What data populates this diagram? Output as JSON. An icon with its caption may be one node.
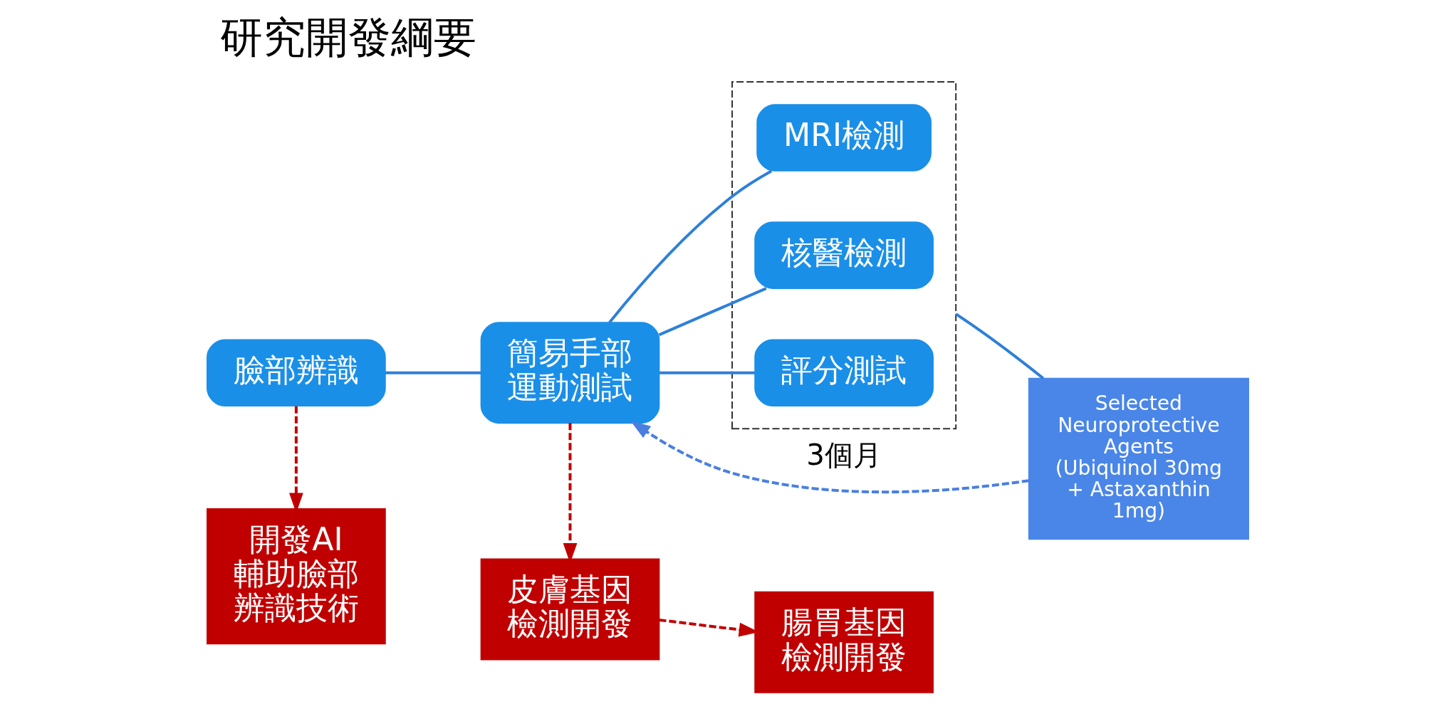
{
  "diagram": {
    "title": "研究開發綱要",
    "nodes": [
      {
        "text": [
          "臉部辨識"
        ]
      },
      {
        "text": [
          "簡易手部運動測試"
        ]
      },
      {
        "text": [],
        "shape": "box"
      },
      {
        "text": [
          "MRI檢測"
        ],
        "in": 2
      },
      {
        "text": [
          "核醫檢測"
        ],
        "in": 2
      },
      {
        "text": [
          "評分測試"
        ],
        "in": 2
      },
      {
        "text": [
          "Selected Neuroprotective Agents (Ubiquinol 30mg + Astaxanthin 1mg)"
        ]
      },
      {
        "text": [
          "開發AI輔助臉部辨識技術"
        ]
      },
      {
        "text": [
          "皮膚基因檢測開發"
        ]
      },
      {
        "text": [
          "腸胃基因檢測開發"
        ]
      }
    ],
    "edges": [
      {
        "from": 0,
        "to": 1,
        "arrow": "none"
      },
      {
        "from": 1,
        "to": 3,
        "arrow": "none"
      },
      {
        "from": 1,
        "to": 4,
        "arrow": "none"
      },
      {
        "from": 1,
        "to": 5,
        "arrow": "none"
      },
      {
        "from": 2,
        "to": 6,
        "arrow": "none"
      },
      {
        "from": 0,
        "to": 7,
        "arrow": "to",
        "style": "dashed",
        "color": "#c00000"
      },
      {
        "from": 1,
        "to": 8,
        "arrow": "to",
        "style": "dashed",
        "color": "#c00000"
      },
      {
        "from": 8,
        "to": 9,
        "arrow": "to",
        "style": "dashed",
        "color": "#c00000"
      },
      {
        "from": 6,
        "to": 1,
        "arrow": "to",
        "label": "3個月",
        "style": "dashed",
        "color": "#4a7fe0"
      }
    ]
  }
}
